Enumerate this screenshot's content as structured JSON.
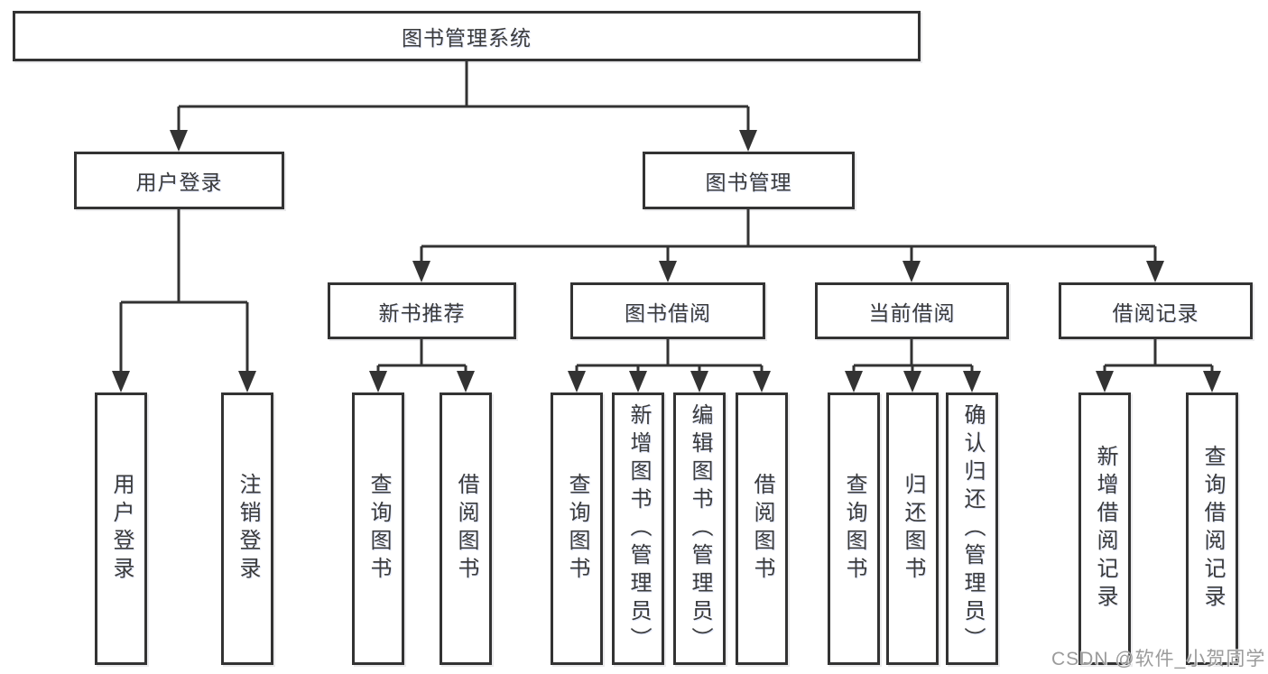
{
  "diagram": {
    "root": {
      "label": "图书管理系统"
    },
    "branches": [
      {
        "label": "用户登录",
        "children": [
          {
            "label": "用户登录"
          },
          {
            "label": "注销登录"
          }
        ]
      },
      {
        "label": "图书管理",
        "children": [
          {
            "label": "新书推荐",
            "children": [
              {
                "label": "查询图书"
              },
              {
                "label": "借阅图书"
              }
            ]
          },
          {
            "label": "图书借阅",
            "children": [
              {
                "label": "查询图书"
              },
              {
                "label": "新增图书（管理员）"
              },
              {
                "label": "编辑图书（管理员）"
              },
              {
                "label": "借阅图书"
              }
            ]
          },
          {
            "label": "当前借阅",
            "children": [
              {
                "label": "查询图书"
              },
              {
                "label": "归还图书"
              },
              {
                "label": "确认归还（管理员）"
              }
            ]
          },
          {
            "label": "借阅记录",
            "children": [
              {
                "label": "新增借阅记录"
              },
              {
                "label": "查询借阅记录"
              }
            ]
          }
        ]
      }
    ]
  },
  "watermark": {
    "text": "CSDN @软件_小贺同学"
  },
  "colors": {
    "line": "#333333",
    "box_border": "#333333",
    "box_fill": "#ffffff",
    "text": "#3b3b3b",
    "watermark": "#9b9b9b",
    "background": "#ffffff"
  }
}
